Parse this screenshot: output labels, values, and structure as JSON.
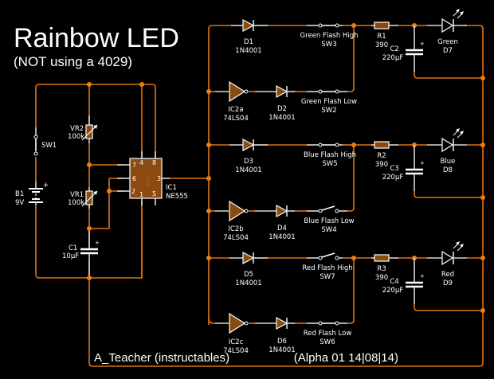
{
  "title": "Rainbow LED",
  "subtitle": "(NOT using a 4029)",
  "footer": {
    "author": "A_Teacher (instructables)",
    "version": "(Alpha 01 14|08|14)"
  },
  "colors": {
    "background": "#000000",
    "wire": "#e0730f",
    "component_fill": "#8a4a10",
    "text": "#ffffff"
  },
  "components": {
    "b1": {
      "ref": "B1",
      "value": "9V"
    },
    "sw1": {
      "ref": "SW1"
    },
    "vr2": {
      "ref": "VR2",
      "value": "100k"
    },
    "vr1": {
      "ref": "VR1",
      "value": "100k"
    },
    "c1": {
      "ref": "C1",
      "value": "10µF"
    },
    "ic1": {
      "ref": "IC1",
      "value": "NE555",
      "chip_label": "555",
      "pins": [
        "7",
        "4",
        "8",
        "6",
        "3",
        "2",
        "1",
        "5"
      ]
    },
    "d1": {
      "ref": "D1",
      "value": "1N4001"
    },
    "d2": {
      "ref": "D2",
      "value": "1N4001"
    },
    "d3": {
      "ref": "D3",
      "value": "1N4001"
    },
    "d4": {
      "ref": "D4",
      "value": "1N4001"
    },
    "d5": {
      "ref": "D5",
      "value": "1N4001"
    },
    "d6": {
      "ref": "D6",
      "value": "1N4001"
    },
    "ic2a": {
      "ref": "IC2a",
      "value": "74LS04"
    },
    "ic2b": {
      "ref": "IC2b",
      "value": "74LS04"
    },
    "ic2c": {
      "ref": "IC2c",
      "value": "74LS04"
    },
    "sw3": {
      "ref": "SW3",
      "name": "Green Flash High",
      "state": "closed"
    },
    "sw2": {
      "ref": "SW2",
      "name": "Green Flash Low",
      "state": "closed"
    },
    "sw5": {
      "ref": "SW5",
      "name": "Blue Flash High",
      "state": "closed"
    },
    "sw4": {
      "ref": "SW4",
      "name": "Blue Flash Low",
      "state": "open"
    },
    "sw7": {
      "ref": "SW7",
      "name": "Red Flash High",
      "state": "open"
    },
    "sw6": {
      "ref": "SW6",
      "name": "Red Flash Low",
      "state": "closed"
    },
    "r1": {
      "ref": "R1",
      "value": "390"
    },
    "r2": {
      "ref": "R2",
      "value": "390"
    },
    "r3": {
      "ref": "R3",
      "value": "390"
    },
    "c2": {
      "ref": "C2",
      "value": "220µF"
    },
    "c3": {
      "ref": "C3",
      "value": "220µF"
    },
    "c4": {
      "ref": "C4",
      "value": "220µF"
    },
    "d7": {
      "ref": "D7",
      "value": "Green"
    },
    "d8": {
      "ref": "D8",
      "value": "Blue"
    },
    "d9": {
      "ref": "D9",
      "value": "Red"
    }
  },
  "plus_sign": "+"
}
